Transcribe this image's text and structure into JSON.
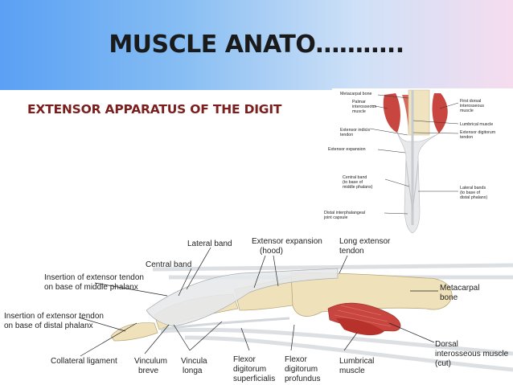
{
  "slide": {
    "title": "MUSCLE ANATO………..",
    "subtitle": "EXTENSOR APPARATUS OF THE DIGIT"
  },
  "top_figure": {
    "labels": {
      "metacarpal_bone": "Metacarpal bone",
      "palmar_1": "Palmar",
      "palmar_2": "interosseous",
      "palmar_3": "muscle",
      "ext_indicis_1": "Extensor indicis",
      "ext_indicis_2": "tendon",
      "ext_expansion": "Extensor expansion",
      "central_band_1": "Central band",
      "central_band_2": "(to base of",
      "central_band_3": "middle phalanx)",
      "dip_1": "Distal interphalangeal",
      "dip_2": "joint capsule",
      "first_dorsal_1": "First dorsal",
      "first_dorsal_2": "interosseous",
      "first_dorsal_3": "muscle",
      "lumbrical": "Lumbrical muscle",
      "ext_digitorum_1": "Extensor digitorum",
      "ext_digitorum_2": "tendon",
      "lateral_bands_1": "Lateral bands",
      "lateral_bands_2": "(to base of",
      "lateral_bands_3": "distal phalanx)"
    }
  },
  "bottom_figure": {
    "labels": {
      "lateral_band": "Lateral band",
      "ext_expansion_1": "Extensor expansion",
      "ext_expansion_2": "(hood)",
      "long_ext_1": "Long extensor",
      "long_ext_2": "tendon",
      "central_band": "Central band",
      "ins_middle_1": "Insertion of extensor tendon",
      "ins_middle_2": "on base of middle phalanx",
      "ins_distal_1": "Insertion of extensor tendon",
      "ins_distal_2": "on base of distal phalanx",
      "metacarpal_1": "Metacarpal",
      "metacarpal_2": "bone",
      "dorsal_1": "Dorsal",
      "dorsal_2": "interosseous muscle",
      "dorsal_3": "(cut)",
      "collateral": "Collateral ligament",
      "vinculum_1": "Vinculum",
      "vinculum_2": "breve",
      "vincula_1": "Vincula",
      "vincula_2": "longa",
      "fds_1": "Flexor",
      "fds_2": "digitorum",
      "fds_3": "superficialis",
      "fdp_1": "Flexor",
      "fdp_2": "digitorum",
      "fdp_3": "profundus",
      "lumbrical_1": "Lumbrical",
      "lumbrical_2": "muscle"
    }
  },
  "colors": {
    "muscle": "#c8463f",
    "bone": "#efe1b9",
    "tendon": "#e2e6ea",
    "title_accent": "#7a1e1e"
  }
}
